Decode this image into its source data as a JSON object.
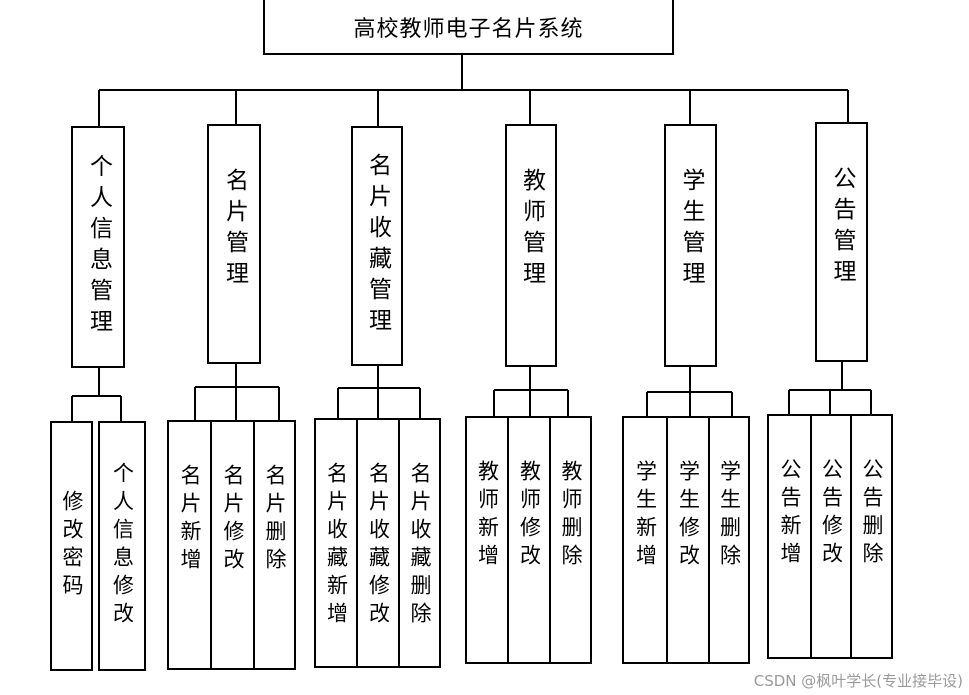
{
  "title": "高校教师电子名片系统",
  "modules": [
    {
      "label": "个人信息管理",
      "children": [
        "修改密码",
        "个人信息修改"
      ]
    },
    {
      "label": "名片管理",
      "children": [
        "名片新增",
        "名片修改",
        "名片删除"
      ]
    },
    {
      "label": "名片收藏管理",
      "children": [
        "名片收藏新增",
        "名片收藏修改",
        "名片收藏删除"
      ]
    },
    {
      "label": "教师管理",
      "children": [
        "教师新增",
        "教师修改",
        "教师删除"
      ]
    },
    {
      "label": "学生管理",
      "children": [
        "学生新增",
        "学生修改",
        "学生删除"
      ]
    },
    {
      "label": "公告管理",
      "children": [
        "公告新增",
        "公告修改",
        "公告删除"
      ]
    }
  ],
  "watermark": "CSDN @枫叶学长(专业接毕设)"
}
